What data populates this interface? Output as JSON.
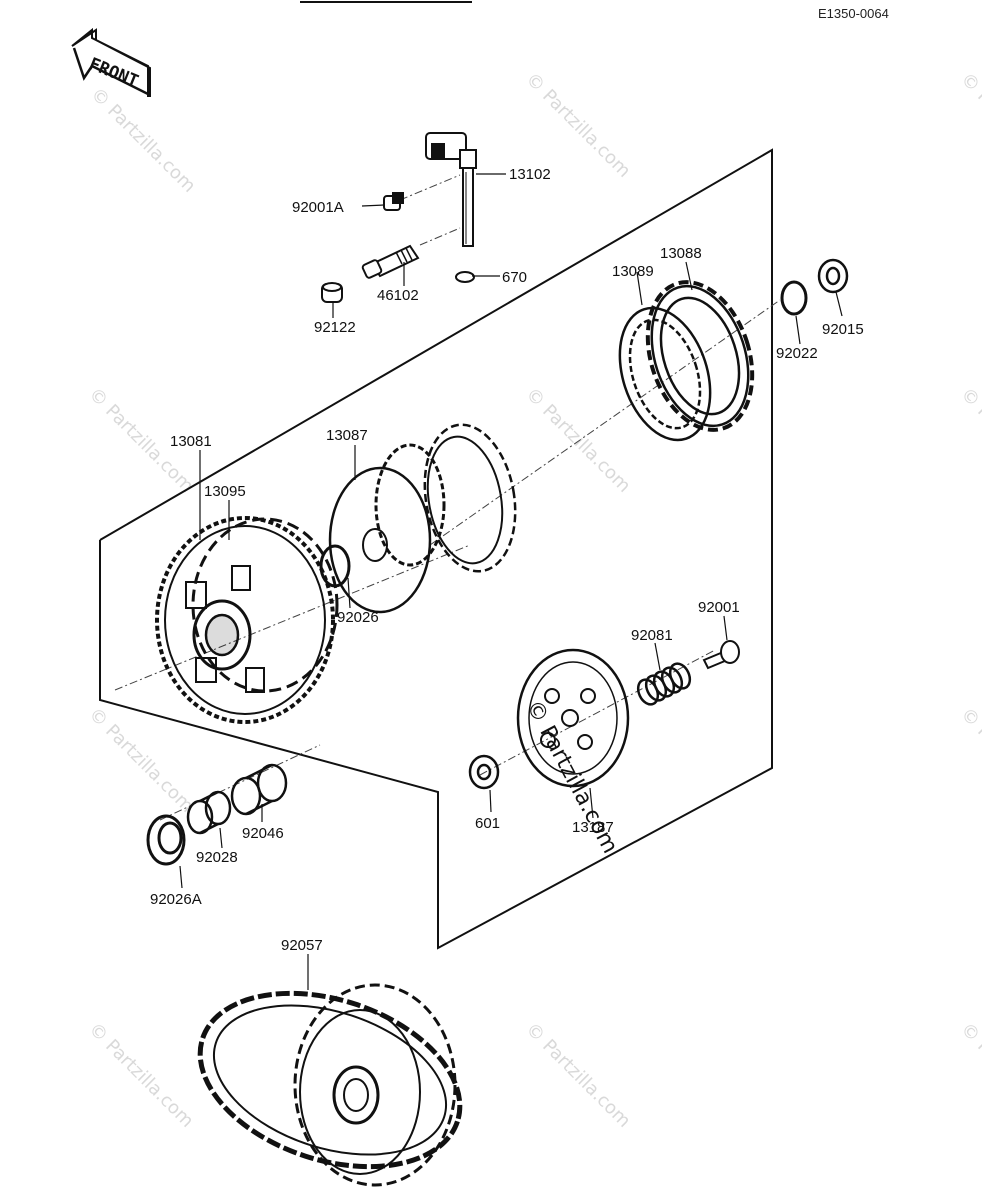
{
  "diagram_code": "E1350-0064",
  "front_label": "FRONT",
  "watermark_text": "© Partzilla.com",
  "labels": {
    "p13102": "13102",
    "p92001A": "92001A",
    "p46102": "46102",
    "p670": "670",
    "p92122": "92122",
    "p13089": "13089",
    "p13088": "13088",
    "p92022": "92022",
    "p92015": "92015",
    "p13081": "13081",
    "p13095": "13095",
    "p13087": "13087",
    "p92026": "92026",
    "p92001": "92001",
    "p92081": "92081",
    "p601": "601",
    "p13187": "13187",
    "p92046": "92046",
    "p92028": "92028",
    "p92026A": "92026A",
    "p92057": "92057"
  }
}
